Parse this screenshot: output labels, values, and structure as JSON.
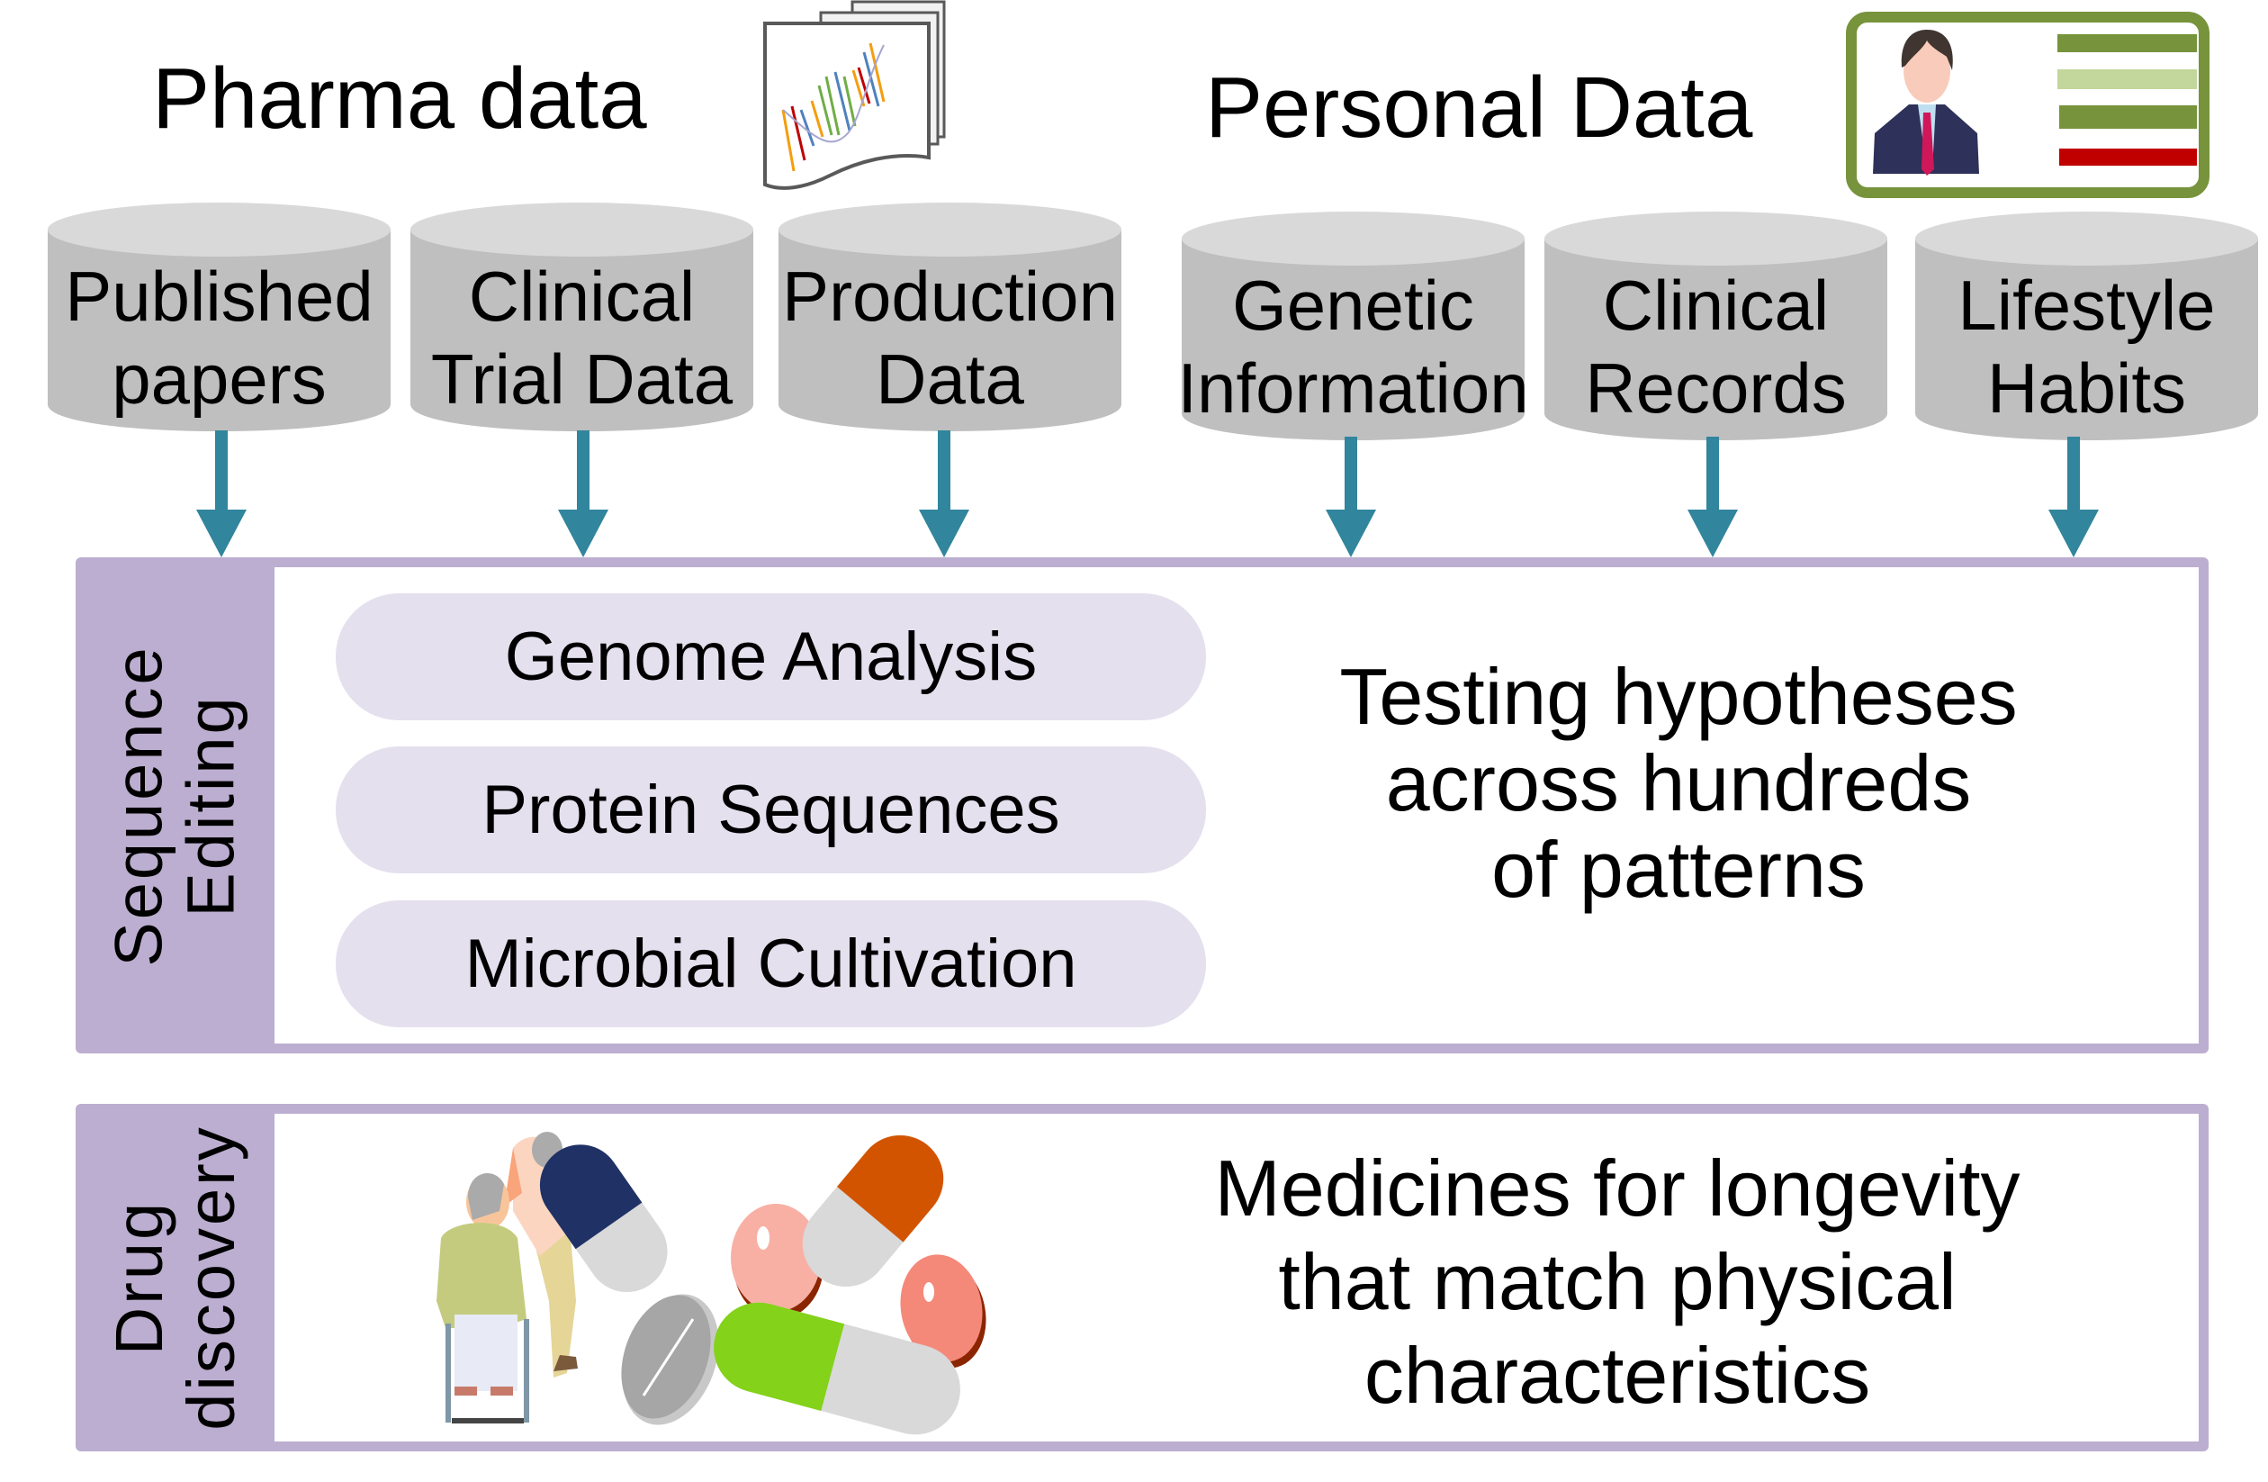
{
  "headings": {
    "pharma": "Pharma data",
    "personal": "Personal Data"
  },
  "icons": {
    "pharma": "dna-document-icon",
    "personal": "person-id-card-icon",
    "drug": "wheelchair-patient-and-pills-icon"
  },
  "sources": [
    {
      "group": "pharma",
      "lines": [
        "Published",
        "papers"
      ]
    },
    {
      "group": "pharma",
      "lines": [
        "Clinical",
        "Trial Data"
      ]
    },
    {
      "group": "pharma",
      "lines": [
        "Production",
        "Data"
      ]
    },
    {
      "group": "personal",
      "lines": [
        "Genetic",
        "Information"
      ]
    },
    {
      "group": "personal",
      "lines": [
        "Clinical",
        "Records"
      ]
    },
    {
      "group": "personal",
      "lines": [
        "Lifestyle",
        "Habits"
      ]
    }
  ],
  "sequence_panel": {
    "label_lines": [
      "Sequence",
      "Editing"
    ],
    "items": [
      "Genome Analysis",
      "Protein Sequences",
      "Microbial Cultivation"
    ],
    "description_lines": [
      "Testing hypotheses",
      "across hundreds",
      "of patterns"
    ]
  },
  "drug_panel": {
    "label_lines": [
      "Drug",
      "discovery"
    ],
    "description_lines": [
      "Medicines for longevity",
      "that match physical",
      "characteristics"
    ]
  },
  "colors": {
    "cylinder_body": "#bfbfbf",
    "cylinder_top": "#d9d9d9",
    "arrow": "#31859c",
    "panel": "#bcaed0",
    "pill": "#e4e0ee",
    "id_card_border": "#77933c",
    "id_bar_dark": "#77933c",
    "id_bar_light": "#c3d69b",
    "id_bar_red": "#c00000"
  }
}
